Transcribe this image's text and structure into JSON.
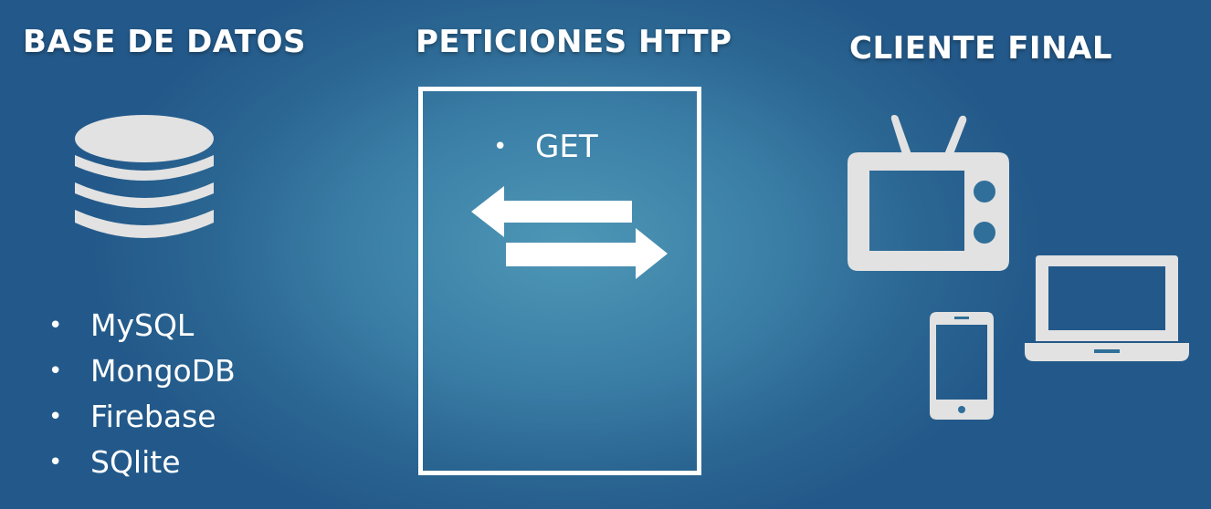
{
  "columns": {
    "database": {
      "title": "BASE DE DATOS",
      "icon": "database-icon",
      "items": [
        "MySQL",
        "MongoDB",
        "Firebase",
        "SQlite"
      ]
    },
    "http": {
      "title": "PETICIONES HTTP",
      "items": [
        "GET"
      ],
      "icon": "arrows-exchange-icon"
    },
    "client": {
      "title": "CLIENTE FINAL",
      "icons": [
        "tv-icon",
        "laptop-icon",
        "smartphone-icon"
      ]
    }
  },
  "bullet_char": "•",
  "colors": {
    "background": "#2b6692",
    "background_center": "#4e97b6",
    "foreground": "#ffffff",
    "icon_fill": "#e2e2e2"
  }
}
